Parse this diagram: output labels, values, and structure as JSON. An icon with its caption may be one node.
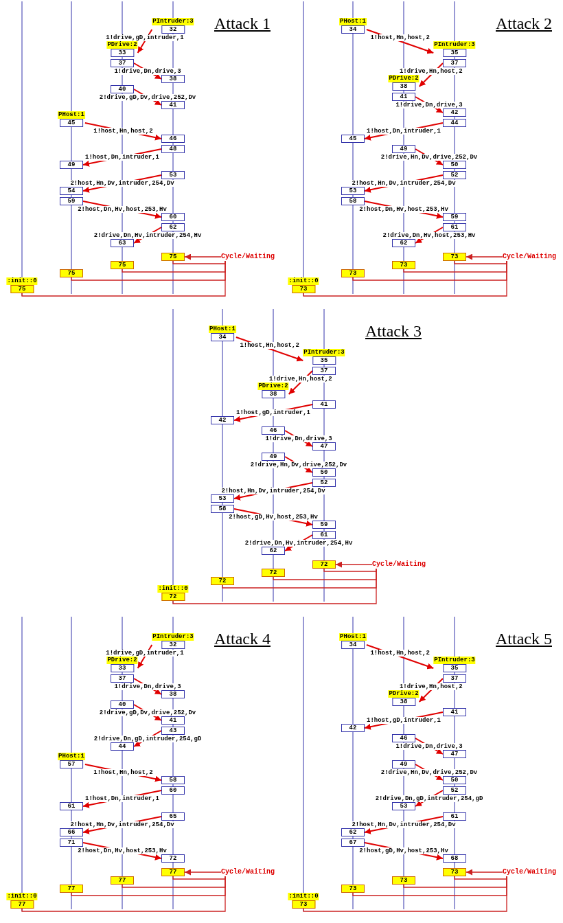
{
  "diagram": {
    "nodes": [
      {
        "text": [
          "PIntruder:3",
          "32"
        ]
      },
      {
        "text": [
          "PDrive:2",
          "33"
        ]
      },
      {
        "text": [
          "37"
        ]
      },
      {
        "text": [
          "38"
        ]
      },
      {
        "text": [
          "40"
        ]
      },
      {
        "text": [
          "41"
        ]
      },
      {
        "text": [
          "PHost:1",
          "45"
        ]
      },
      {
        "text": [
          "46"
        ]
      },
      {
        "text": [
          "48"
        ]
      },
      {
        "text": [
          "49"
        ]
      },
      {
        "text": [
          "53"
        ]
      },
      {
        "text": [
          "54"
        ]
      },
      {
        "text": [
          "59"
        ]
      },
      {
        "text": [
          "60"
        ]
      },
      {
        "text": [
          "62"
        ]
      },
      {
        "text": [
          "63"
        ]
      },
      {
        "text": [
          "75"
        ]
      },
      {
        "text": [
          "Cycle/Waiting"
        ]
      },
      {
        "text": [
          "75"
        ]
      },
      {
        "text": [
          "75"
        ]
      },
      {
        "text": [
          ":init::0",
          "75"
        ]
      },
      {
        "text": [
          "PHost:1",
          "34"
        ]
      },
      {
        "text": [
          "PIntruder:3",
          "35"
        ]
      },
      {
        "text": [
          "37"
        ]
      },
      {
        "text": [
          "PDrive:2",
          "38"
        ]
      },
      {
        "text": [
          "41"
        ]
      },
      {
        "text": [
          "42"
        ]
      },
      {
        "text": [
          "44"
        ]
      },
      {
        "text": [
          "45"
        ]
      },
      {
        "text": [
          "49"
        ]
      },
      {
        "text": [
          "50"
        ]
      },
      {
        "text": [
          "52"
        ]
      },
      {
        "text": [
          "53"
        ]
      },
      {
        "text": [
          "58"
        ]
      },
      {
        "text": [
          "59"
        ]
      },
      {
        "text": [
          "61"
        ]
      },
      {
        "text": [
          "62"
        ]
      },
      {
        "text": [
          "73"
        ]
      },
      {
        "text": [
          "Cycle/Waiting"
        ]
      },
      {
        "text": [
          "73"
        ]
      },
      {
        "text": [
          "73"
        ]
      },
      {
        "text": [
          ":init::0",
          "73"
        ]
      },
      {
        "text": [
          "PHost:1",
          "34"
        ]
      },
      {
        "text": [
          "PIntruder:3",
          "35"
        ]
      },
      {
        "text": [
          "37"
        ]
      },
      {
        "text": [
          "PDrive:2",
          "38"
        ]
      },
      {
        "text": [
          "41"
        ]
      },
      {
        "text": [
          "42"
        ]
      },
      {
        "text": [
          "46"
        ]
      },
      {
        "text": [
          "47"
        ]
      },
      {
        "text": [
          "49"
        ]
      },
      {
        "text": [
          "50"
        ]
      },
      {
        "text": [
          "52"
        ]
      },
      {
        "text": [
          "53"
        ]
      },
      {
        "text": [
          "58"
        ]
      },
      {
        "text": [
          "59"
        ]
      },
      {
        "text": [
          "61"
        ]
      },
      {
        "text": [
          "62"
        ]
      },
      {
        "text": [
          "72"
        ]
      },
      {
        "text": [
          "Cycle/Waiting"
        ]
      },
      {
        "text": [
          "72"
        ]
      },
      {
        "text": [
          "72"
        ]
      },
      {
        "text": [
          ":init::0",
          "72"
        ]
      },
      {
        "text": [
          "PIntruder:3",
          "32"
        ]
      },
      {
        "text": [
          "PDrive:2",
          "33"
        ]
      },
      {
        "text": [
          "37"
        ]
      },
      {
        "text": [
          "38"
        ]
      },
      {
        "text": [
          "40"
        ]
      },
      {
        "text": [
          "41"
        ]
      },
      {
        "text": [
          "43"
        ]
      },
      {
        "text": [
          "44"
        ]
      },
      {
        "text": [
          "PHost:1",
          "57"
        ]
      },
      {
        "text": [
          "58"
        ]
      },
      {
        "text": [
          "60"
        ]
      },
      {
        "text": [
          "61"
        ]
      },
      {
        "text": [
          "65"
        ]
      },
      {
        "text": [
          "66"
        ]
      },
      {
        "text": [
          "71"
        ]
      },
      {
        "text": [
          "72"
        ]
      },
      {
        "text": [
          "77"
        ]
      },
      {
        "text": [
          "Cycle/Waiting"
        ]
      },
      {
        "text": [
          "77"
        ]
      },
      {
        "text": [
          "77"
        ]
      },
      {
        "text": [
          ":init::0",
          "77"
        ]
      },
      {
        "text": [
          "PHost:1",
          "34"
        ]
      },
      {
        "text": [
          "PIntruder:3",
          "35"
        ]
      },
      {
        "text": [
          "37"
        ]
      },
      {
        "text": [
          "PDrive:2",
          "38"
        ]
      },
      {
        "text": [
          "41"
        ]
      },
      {
        "text": [
          "42"
        ]
      },
      {
        "text": [
          "46"
        ]
      },
      {
        "text": [
          "47"
        ]
      },
      {
        "text": [
          "49"
        ]
      },
      {
        "text": [
          "50"
        ]
      },
      {
        "text": [
          "52"
        ]
      },
      {
        "text": [
          "53"
        ]
      },
      {
        "text": [
          "61"
        ]
      },
      {
        "text": [
          "62"
        ]
      },
      {
        "text": [
          "67"
        ]
      },
      {
        "text": [
          "68"
        ]
      },
      {
        "text": [
          "73"
        ]
      },
      {
        "text": [
          "Cycle/Waiting"
        ]
      },
      {
        "text": [
          "73"
        ]
      },
      {
        "text": [
          "73"
        ]
      },
      {
        "text": [
          ":init::0",
          "73"
        ]
      }
    ],
    "edges": [
      {
        "from": 0,
        "to": 1,
        "arrow": "to",
        "label": "1!drive,gD,intruder,1"
      },
      {
        "from": 2,
        "to": 3,
        "arrow": "to",
        "label": "1!drive,Dn,drive,3"
      },
      {
        "from": 4,
        "to": 5,
        "arrow": "to",
        "label": "2!drive,gD,Dv,drive,252,Dv"
      },
      {
        "from": 6,
        "to": 7,
        "arrow": "to",
        "label": "1!host,Hn,host,2"
      },
      {
        "from": 8,
        "to": 9,
        "arrow": "to",
        "label": "1!host,Dn,intruder,1"
      },
      {
        "from": 10,
        "to": 11,
        "arrow": "to",
        "label": "2!host,Hn,Dv,intruder,254,Dv"
      },
      {
        "from": 12,
        "to": 13,
        "arrow": "to",
        "label": "2!host,Dn,Hv,host,253,Hv"
      },
      {
        "from": 14,
        "to": 15,
        "arrow": "to",
        "label": "2!drive,Dn,Hv,intruder,254,Hv"
      },
      {
        "from": 17,
        "to": 16,
        "arrow": "to",
        "color": "#cc2222"
      },
      {
        "from": 16,
        "to": 17,
        "arrow": "none",
        "color": "#cc2222"
      },
      {
        "from": 18,
        "to": 17,
        "arrow": "none",
        "color": "#cc2222"
      },
      {
        "from": 19,
        "to": 17,
        "arrow": "none",
        "color": "#cc2222"
      },
      {
        "from": 20,
        "to": 17,
        "arrow": "none",
        "color": "#cc2222"
      },
      {
        "from": 21,
        "to": 22,
        "arrow": "to",
        "label": "1!host,Hn,host,2"
      },
      {
        "from": 23,
        "to": 24,
        "arrow": "to",
        "label": "1!drive,Hn,host,2"
      },
      {
        "from": 25,
        "to": 26,
        "arrow": "to",
        "label": "1!drive,Dn,drive,3"
      },
      {
        "from": 27,
        "to": 28,
        "arrow": "to",
        "label": "1!host,Dn,intruder,1"
      },
      {
        "from": 29,
        "to": 30,
        "arrow": "to",
        "label": "2!drive,Hn,Dv,drive,252,Dv"
      },
      {
        "from": 31,
        "to": 32,
        "arrow": "to",
        "label": "2!host,Hn,Dv,intruder,254,Dv"
      },
      {
        "from": 33,
        "to": 34,
        "arrow": "to",
        "label": "2!host,Dn,Hv,host,253,Hv"
      },
      {
        "from": 35,
        "to": 36,
        "arrow": "to",
        "label": "2!drive,Dn,Hv,host,253,Hv"
      },
      {
        "from": 38,
        "to": 37,
        "arrow": "to",
        "color": "#cc2222"
      },
      {
        "from": 37,
        "to": 38,
        "arrow": "none",
        "color": "#cc2222"
      },
      {
        "from": 39,
        "to": 38,
        "arrow": "none",
        "color": "#cc2222"
      },
      {
        "from": 40,
        "to": 38,
        "arrow": "none",
        "color": "#cc2222"
      },
      {
        "from": 41,
        "to": 38,
        "arrow": "none",
        "color": "#cc2222"
      },
      {
        "from": 42,
        "to": 43,
        "arrow": "to",
        "label": "1!host,Hn,host,2"
      },
      {
        "from": 44,
        "to": 45,
        "arrow": "to",
        "label": "1!drive,Hn,host,2"
      },
      {
        "from": 46,
        "to": 47,
        "arrow": "to",
        "label": "1!host,gD,intruder,1"
      },
      {
        "from": 48,
        "to": 49,
        "arrow": "to",
        "label": "1!drive,Dn,drive,3"
      },
      {
        "from": 50,
        "to": 51,
        "arrow": "to",
        "label": "2!drive,Hn,Dv,drive,252,Dv"
      },
      {
        "from": 52,
        "to": 53,
        "arrow": "to",
        "label": "2!host,Hn,Dv,intruder,254,Dv"
      },
      {
        "from": 54,
        "to": 55,
        "arrow": "to",
        "label": "2!host,gD,Hv,host,253,Hv"
      },
      {
        "from": 56,
        "to": 57,
        "arrow": "to",
        "label": "2!drive,Dn,Hv,intruder,254,Hv"
      },
      {
        "from": 59,
        "to": 58,
        "arrow": "to",
        "color": "#cc2222"
      },
      {
        "from": 58,
        "to": 59,
        "arrow": "none",
        "color": "#cc2222"
      },
      {
        "from": 60,
        "to": 59,
        "arrow": "none",
        "color": "#cc2222"
      },
      {
        "from": 61,
        "to": 59,
        "arrow": "none",
        "color": "#cc2222"
      },
      {
        "from": 62,
        "to": 59,
        "arrow": "none",
        "color": "#cc2222"
      },
      {
        "from": 63,
        "to": 64,
        "arrow": "to",
        "label": "1!drive,gD,intruder,1"
      },
      {
        "from": 65,
        "to": 66,
        "arrow": "to",
        "label": "1!drive,Dn,drive,3"
      },
      {
        "from": 67,
        "to": 68,
        "arrow": "to",
        "label": "2!drive,gD,Dv,drive,252,Dv"
      },
      {
        "from": 69,
        "to": 70,
        "arrow": "to",
        "label": "2!drive,Dn,gD,intruder,254,gD"
      },
      {
        "from": 71,
        "to": 72,
        "arrow": "to",
        "label": "1!host,Hn,host,2"
      },
      {
        "from": 73,
        "to": 74,
        "arrow": "to",
        "label": "1!host,Dn,intruder,1"
      },
      {
        "from": 75,
        "to": 76,
        "arrow": "to",
        "label": "2!host,Hn,Dv,intruder,254,Dv"
      },
      {
        "from": 77,
        "to": 78,
        "arrow": "to",
        "label": "2!host,Dn,Hv,host,253,Hv"
      },
      {
        "from": 80,
        "to": 79,
        "arrow": "to",
        "color": "#cc2222"
      },
      {
        "from": 79,
        "to": 80,
        "arrow": "none",
        "color": "#cc2222"
      },
      {
        "from": 81,
        "to": 80,
        "arrow": "none",
        "color": "#cc2222"
      },
      {
        "from": 82,
        "to": 80,
        "arrow": "none",
        "color": "#cc2222"
      },
      {
        "from": 83,
        "to": 80,
        "arrow": "none",
        "color": "#cc2222"
      },
      {
        "from": 84,
        "to": 85,
        "arrow": "to",
        "label": "1!host,Hn,host,2"
      },
      {
        "from": 86,
        "to": 87,
        "arrow": "to",
        "label": "1!drive,Hn,host,2"
      },
      {
        "from": 88,
        "to": 89,
        "arrow": "to",
        "label": "1!host,gD,intruder,1"
      },
      {
        "from": 90,
        "to": 91,
        "arrow": "to",
        "label": "1!drive,Dn,drive,3"
      },
      {
        "from": 92,
        "to": 93,
        "arrow": "to",
        "label": "2!drive,Hn,Dv,drive,252,Dv"
      },
      {
        "from": 94,
        "to": 95,
        "arrow": "to",
        "label": "2!drive,Dn,gD,intruder,254,gD"
      },
      {
        "from": 96,
        "to": 97,
        "arrow": "to",
        "label": "2!host,Hn,Dv,intruder,254,Dv"
      },
      {
        "from": 98,
        "to": 99,
        "arrow": "to",
        "label": "2!host,gD,Hv,host,253,Hv"
      },
      {
        "from": 101,
        "to": 100,
        "arrow": "to",
        "color": "#cc2222"
      },
      {
        "from": 100,
        "to": 101,
        "arrow": "none",
        "color": "#cc2222"
      },
      {
        "from": 102,
        "to": 101,
        "arrow": "none",
        "color": "#cc2222"
      },
      {
        "from": 103,
        "to": 101,
        "arrow": "none",
        "color": "#cc2222"
      },
      {
        "from": 104,
        "to": 101,
        "arrow": "none",
        "color": "#cc2222"
      }
    ],
    "labels": [
      "Attack 1",
      "Attack 2",
      "Attack 3",
      "Attack 4",
      "Attack 5"
    ]
  }
}
